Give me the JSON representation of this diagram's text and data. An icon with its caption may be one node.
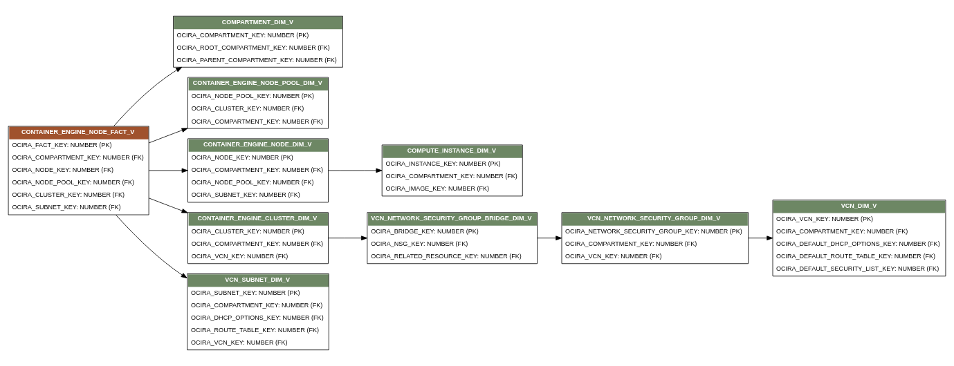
{
  "diagram": {
    "nodes": [
      {
        "text": [
          "COMPARTMENT_DIM_V",
          "OCIRA_COMPARTMENT_KEY: NUMBER (PK)",
          "OCIRA_ROOT_COMPARTMENT_KEY: NUMBER (FK)",
          "OCIRA_PARENT_COMPARTMENT_KEY: NUMBER (FK)"
        ]
      },
      {
        "text": [
          "CONTAINER_ENGINE_NODE_FACT_V",
          "OCIRA_FACT_KEY: NUMBER (PK)",
          "OCIRA_COMPARTMENT_KEY: NUMBER (FK)",
          "OCIRA_NODE_KEY: NUMBER (FK)",
          "OCIRA_NODE_POOL_KEY: NUMBER (FK)",
          "OCIRA_CLUSTER_KEY: NUMBER (FK)",
          "OCIRA_SUBNET_KEY: NUMBER (FK)"
        ]
      },
      {
        "text": [
          "CONTAINER_ENGINE_NODE_POOL_DIM_V",
          "OCIRA_NODE_POOL_KEY: NUMBER (PK)",
          "OCIRA_CLUSTER_KEY: NUMBER (FK)",
          "OCIRA_COMPARTMENT_KEY: NUMBER (FK)"
        ]
      },
      {
        "text": [
          "COMPUTE_INSTANCE_DIM_V",
          "OCIRA_INSTANCE_KEY: NUMBER (PK)",
          "OCIRA_COMPARTMENT_KEY: NUMBER (FK)",
          "OCIRA_IMAGE_KEY: NUMBER (FK)"
        ]
      },
      {
        "text": [
          "CONTAINER_ENGINE_NODE_DIM_V",
          "OCIRA_NODE_KEY: NUMBER (PK)",
          "OCIRA_COMPARTMENT_KEY: NUMBER (FK)",
          "OCIRA_NODE_POOL_KEY: NUMBER (FK)",
          "OCIRA_SUBNET_KEY: NUMBER (FK)"
        ]
      },
      {
        "text": [
          "CONTAINER_ENGINE_CLUSTER_DIM_V",
          "OCIRA_CLUSTER_KEY: NUMBER (PK)",
          "OCIRA_COMPARTMENT_KEY: NUMBER (FK)",
          "OCIRA_VCN_KEY: NUMBER (FK)"
        ]
      },
      {
        "text": [
          "VCN_SUBNET_DIM_V",
          "OCIRA_SUBNET_KEY: NUMBER (PK)",
          "OCIRA_COMPARTMENT_KEY: NUMBER (FK)",
          "OCIRA_DHCP_OPTIONS_KEY: NUMBER (FK)",
          "OCIRA_ROUTE_TABLE_KEY: NUMBER (FK)",
          "OCIRA_VCN_KEY: NUMBER (FK)"
        ]
      },
      {
        "text": [
          "VCN_NETWORK_SECURITY_GROUP_BRIDGE_DIM_V",
          "OCIRA_BRIDGE_KEY: NUMBER (PK)",
          "OCIRA_NSG_KEY: NUMBER (FK)",
          "OCIRA_RELATED_RESOURCE_KEY: NUMBER (FK)"
        ]
      },
      {
        "text": [
          "VCN_DIM_V",
          "OCIRA_VCN_KEY: NUMBER (PK)",
          "OCIRA_COMPARTMENT_KEY: NUMBER (FK)",
          "OCIRA_DEFAULT_DHCP_OPTIONS_KEY: NUMBER (FK)",
          "OCIRA_DEFAULT_ROUTE_TABLE_KEY: NUMBER (FK)",
          "OCIRA_DEFAULT_SECURITY_LIST_KEY: NUMBER (FK)"
        ]
      },
      {
        "text": [
          "VCN_NETWORK_SECURITY_GROUP_DIM_V",
          "OCIRA_NETWORK_SECURITY_GROUP_KEY: NUMBER (PK)",
          "OCIRA_COMPARTMENT_KEY: NUMBER (FK)",
          "OCIRA_VCN_KEY: NUMBER (FK)"
        ]
      }
    ],
    "edges": [
      {
        "from": 1,
        "to": 0,
        "arrow": "to"
      },
      {
        "from": 1,
        "to": 4,
        "arrow": "to"
      },
      {
        "from": 1,
        "to": 6,
        "arrow": "to"
      },
      {
        "from": 1,
        "to": 2,
        "arrow": "to"
      },
      {
        "from": 1,
        "to": 5,
        "arrow": "to"
      },
      {
        "from": 4,
        "to": 3,
        "arrow": "to"
      },
      {
        "from": 5,
        "to": 7,
        "arrow": "to"
      },
      {
        "from": 7,
        "to": 9,
        "arrow": "to"
      },
      {
        "from": 9,
        "to": 8,
        "arrow": "to"
      }
    ]
  }
}
